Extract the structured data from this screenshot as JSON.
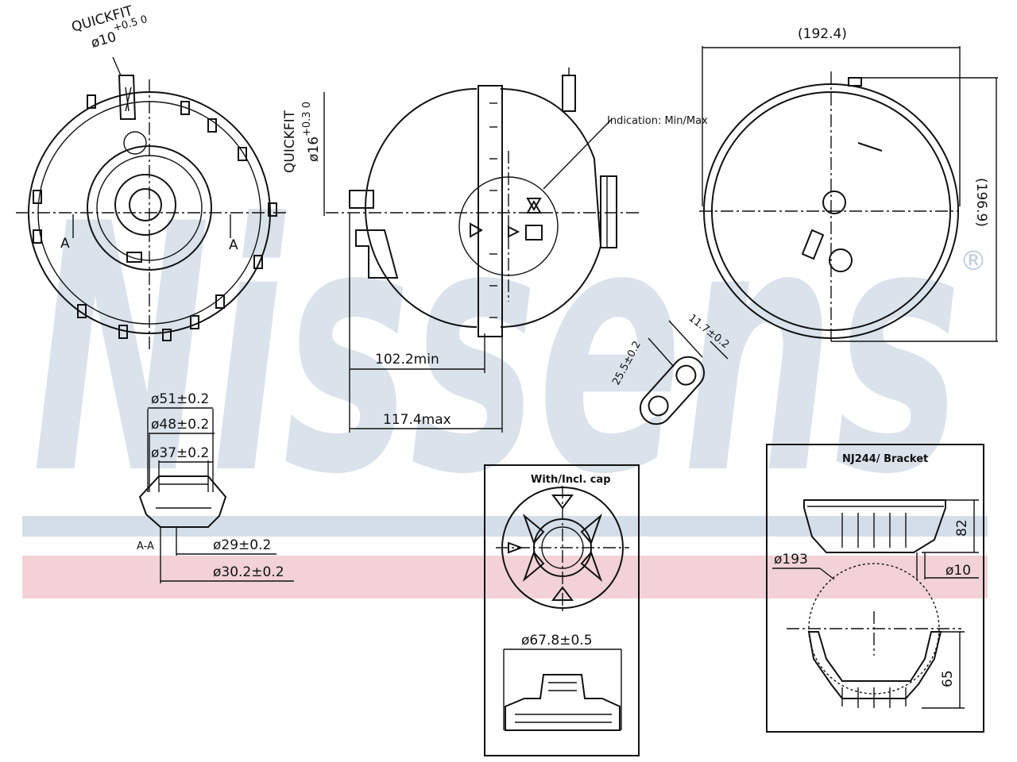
{
  "watermark": {
    "brand": "Nissens",
    "registered": "®",
    "stripe_blue": "#c9d6e4",
    "stripe_red": "#efc7cc"
  },
  "view_top_left": {
    "quickfit_label": "QUICKFIT",
    "quickfit_dim": "ø10",
    "quickfit_tol": "+0.5 0",
    "section_mark": "A"
  },
  "view_side": {
    "quickfit_label": "QUICKFIT",
    "quickfit_dim": "ø16",
    "quickfit_tol": "+0.3 0",
    "indication_label": "Indication: Min/Max",
    "dim_min": "102.2min",
    "dim_max": "117.4max"
  },
  "view_right": {
    "width_dim": "(192.4)",
    "height_dim": "(196.9)"
  },
  "bracket_holes": {
    "dim_a": "25.5±0.2",
    "dim_b": "11.7±0.2"
  },
  "section_aa": {
    "d1": "ø51±0.2",
    "d2": "ø48±0.2",
    "d3": "ø37±0.2",
    "d4": "ø29±0.2",
    "d5": "ø30.2±0.2",
    "section_mark": "A-A"
  },
  "cap_box": {
    "title": "With/Incl. cap",
    "diameter": "ø67.8±0.5"
  },
  "bracket_box": {
    "title": "NJ244/ Bracket",
    "d_main": "ø193",
    "d_hole": "ø10",
    "h1": "82",
    "h2": "65"
  }
}
